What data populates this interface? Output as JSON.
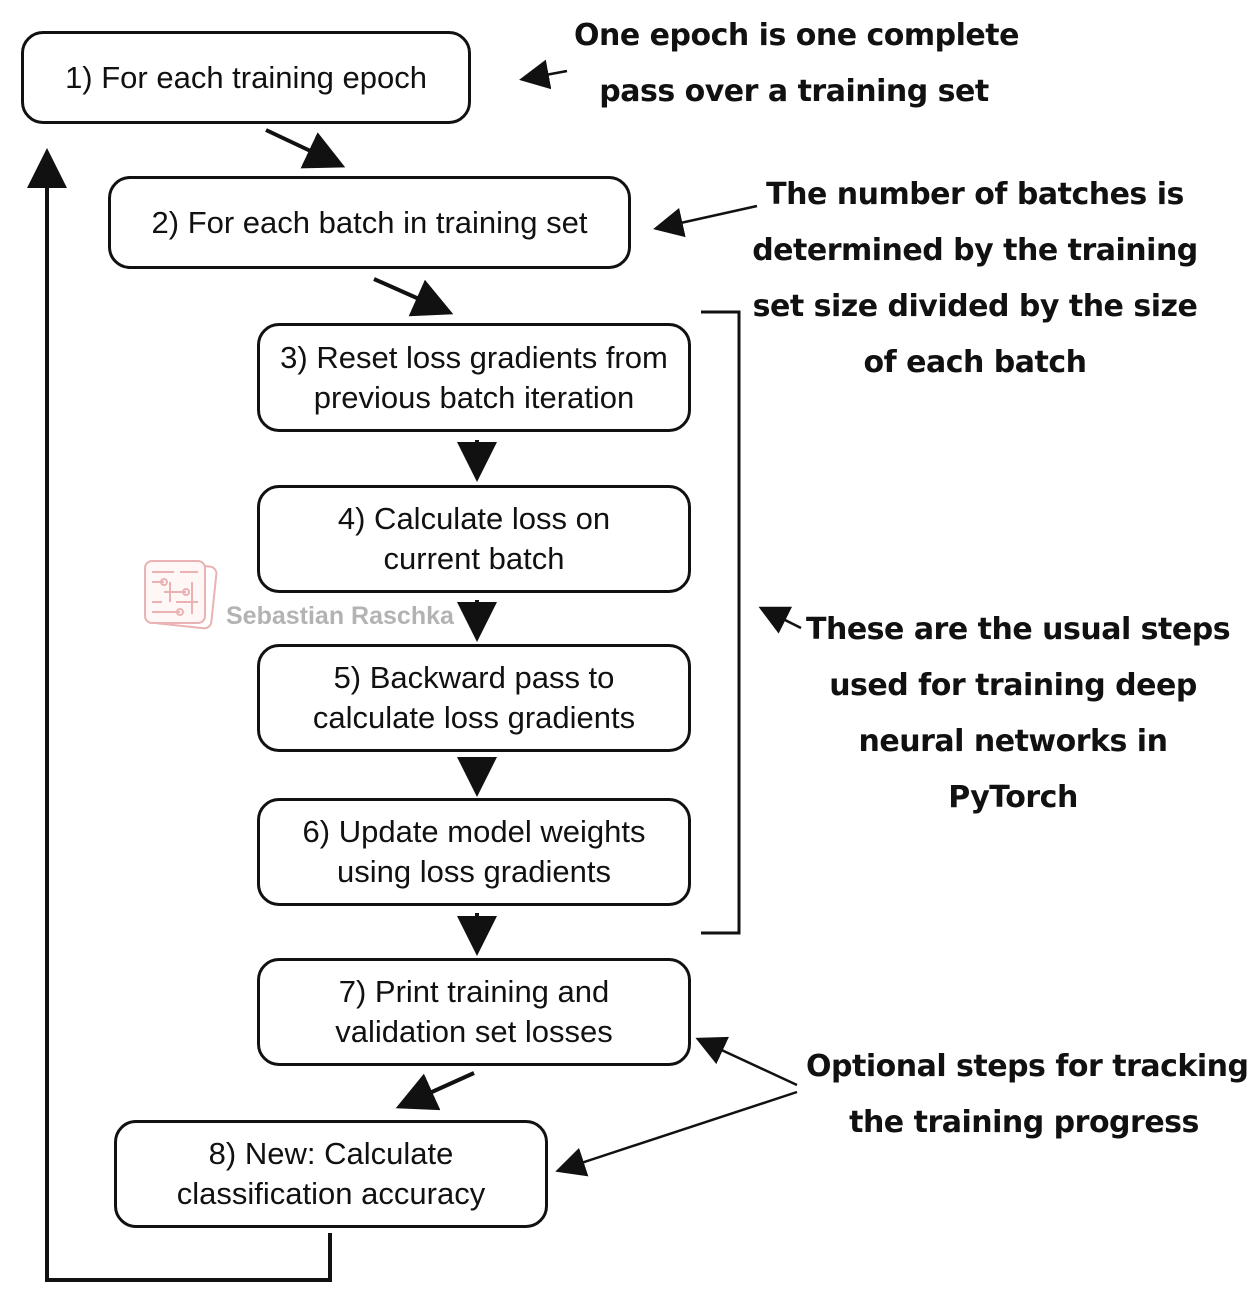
{
  "steps": [
    {
      "id": "step-1",
      "lines": [
        "1) For each training epoch"
      ]
    },
    {
      "id": "step-2",
      "lines": [
        "2) For each batch in training set"
      ]
    },
    {
      "id": "step-3",
      "lines": [
        "3) Reset loss gradients from",
        "previous batch iteration"
      ]
    },
    {
      "id": "step-4",
      "lines": [
        "4) Calculate loss on",
        "current batch"
      ]
    },
    {
      "id": "step-5",
      "lines": [
        "5) Backward pass to",
        "calculate loss gradients"
      ]
    },
    {
      "id": "step-6",
      "lines": [
        "6) Update model weights",
        "using loss gradients"
      ]
    },
    {
      "id": "step-7",
      "lines": [
        "7) Print training and",
        "validation set losses"
      ]
    },
    {
      "id": "step-8",
      "lines": [
        "8) New: Calculate",
        "classification accuracy"
      ]
    }
  ],
  "annotations": {
    "epoch": [
      "One epoch is one complete",
      "pass over a training set"
    ],
    "batches": [
      "The number of batches is",
      "determined by the training",
      "set size divided by the size",
      "of each batch"
    ],
    "usual_steps": [
      "These are the usual steps",
      "used for training deep",
      "neural networks in",
      "PyTorch"
    ],
    "optional": [
      "Optional steps for tracking",
      "the training progress"
    ]
  },
  "watermark": {
    "text": "Sebastian Raschka",
    "color": "#e6a0a0"
  },
  "colors": {
    "stroke": "#111111",
    "background": "#ffffff"
  }
}
